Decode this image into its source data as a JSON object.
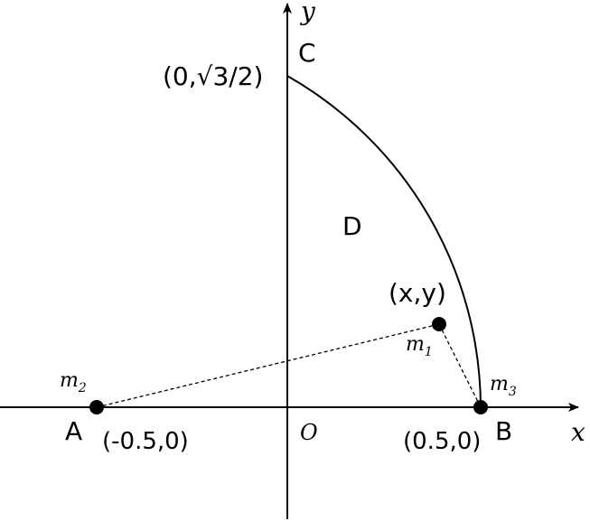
{
  "axes": {
    "x_label": "x",
    "y_label": "y",
    "origin_label": "O"
  },
  "points": {
    "C": {
      "label": "C",
      "coord": "(0,√3/2)"
    },
    "A": {
      "label": "A",
      "coord": "(-0.5,0)",
      "mass": "m",
      "mass_sub": "2"
    },
    "B": {
      "label": "B",
      "coord": "(0.5,0)",
      "mass": "m",
      "mass_sub": "3"
    },
    "P": {
      "coord": "(x,y)",
      "mass": "m",
      "mass_sub": "1"
    }
  },
  "region": {
    "label": "D"
  }
}
